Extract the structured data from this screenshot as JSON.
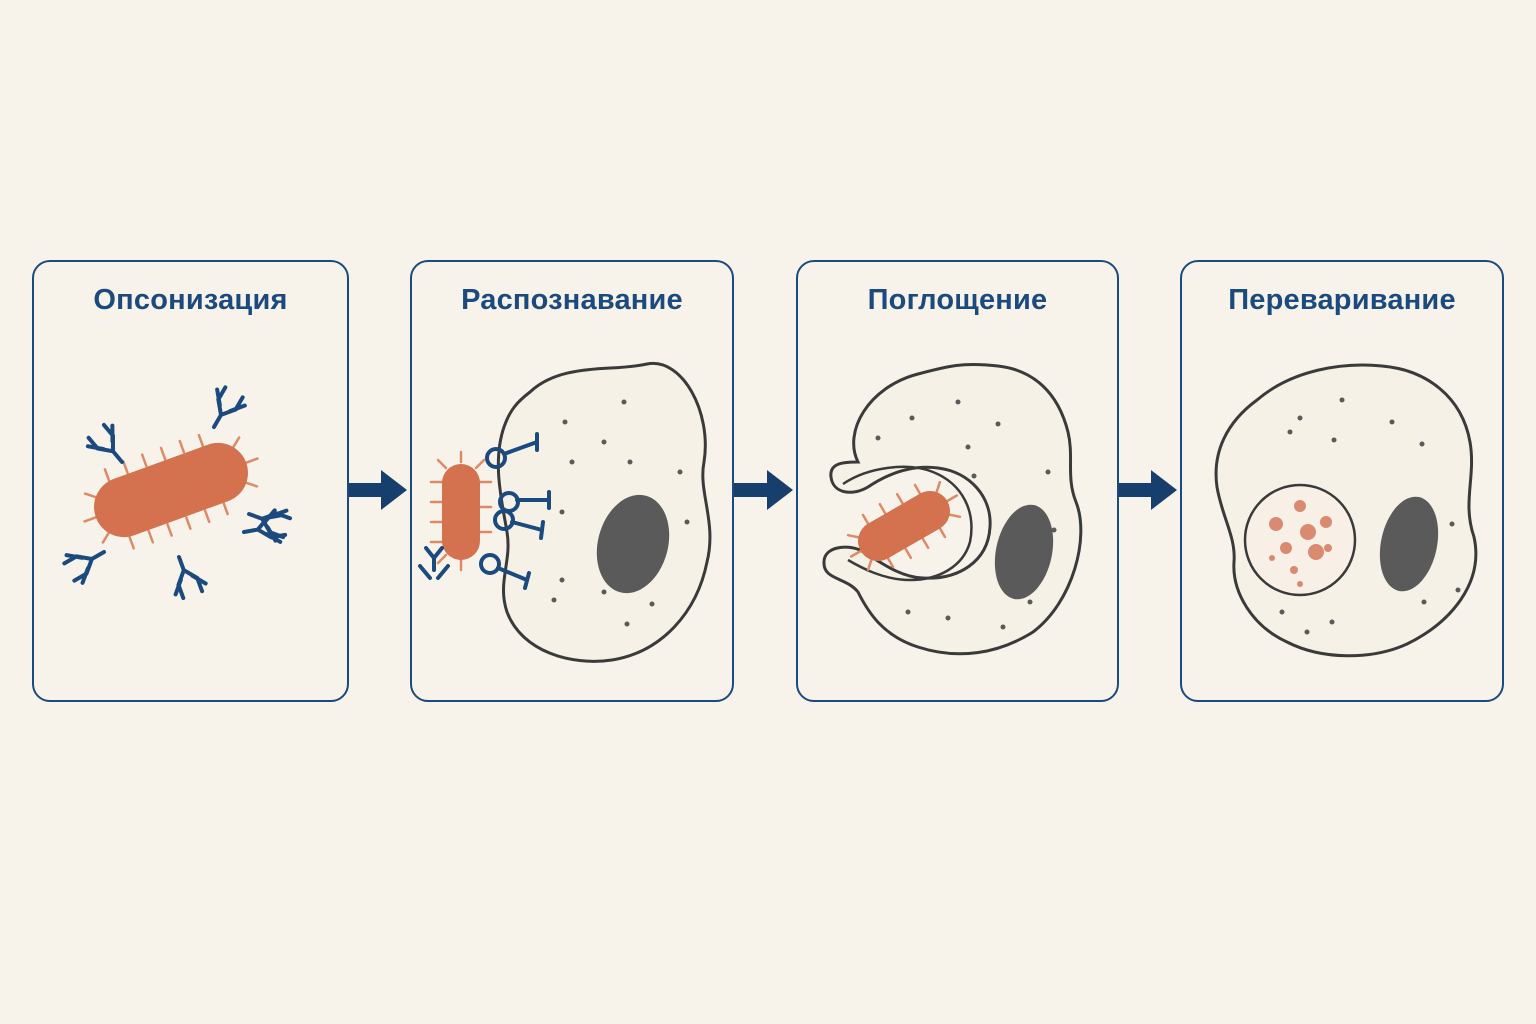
{
  "steps": [
    {
      "title": "Опсонизация"
    },
    {
      "title": "Распознавание"
    },
    {
      "title": "Поглощение"
    },
    {
      "title": "Переваривание"
    }
  ],
  "colors": {
    "background": "#f8f3ea",
    "frame": "#1b4a7f",
    "arrow": "#163f6e",
    "bacterium": "#d4714f",
    "bacterium_cilia": "#de8a67",
    "antibody": "#1b4a7f",
    "membrane": "#3a3a3a",
    "nucleus": "#5a5a5a",
    "cell_fill": "#f6f1e6"
  },
  "icons": [
    "bacterium-icon",
    "antibody-icon",
    "receptor-icon",
    "macrophage-icon",
    "nucleus-icon",
    "phagosome-icon",
    "arrow-right-icon"
  ]
}
